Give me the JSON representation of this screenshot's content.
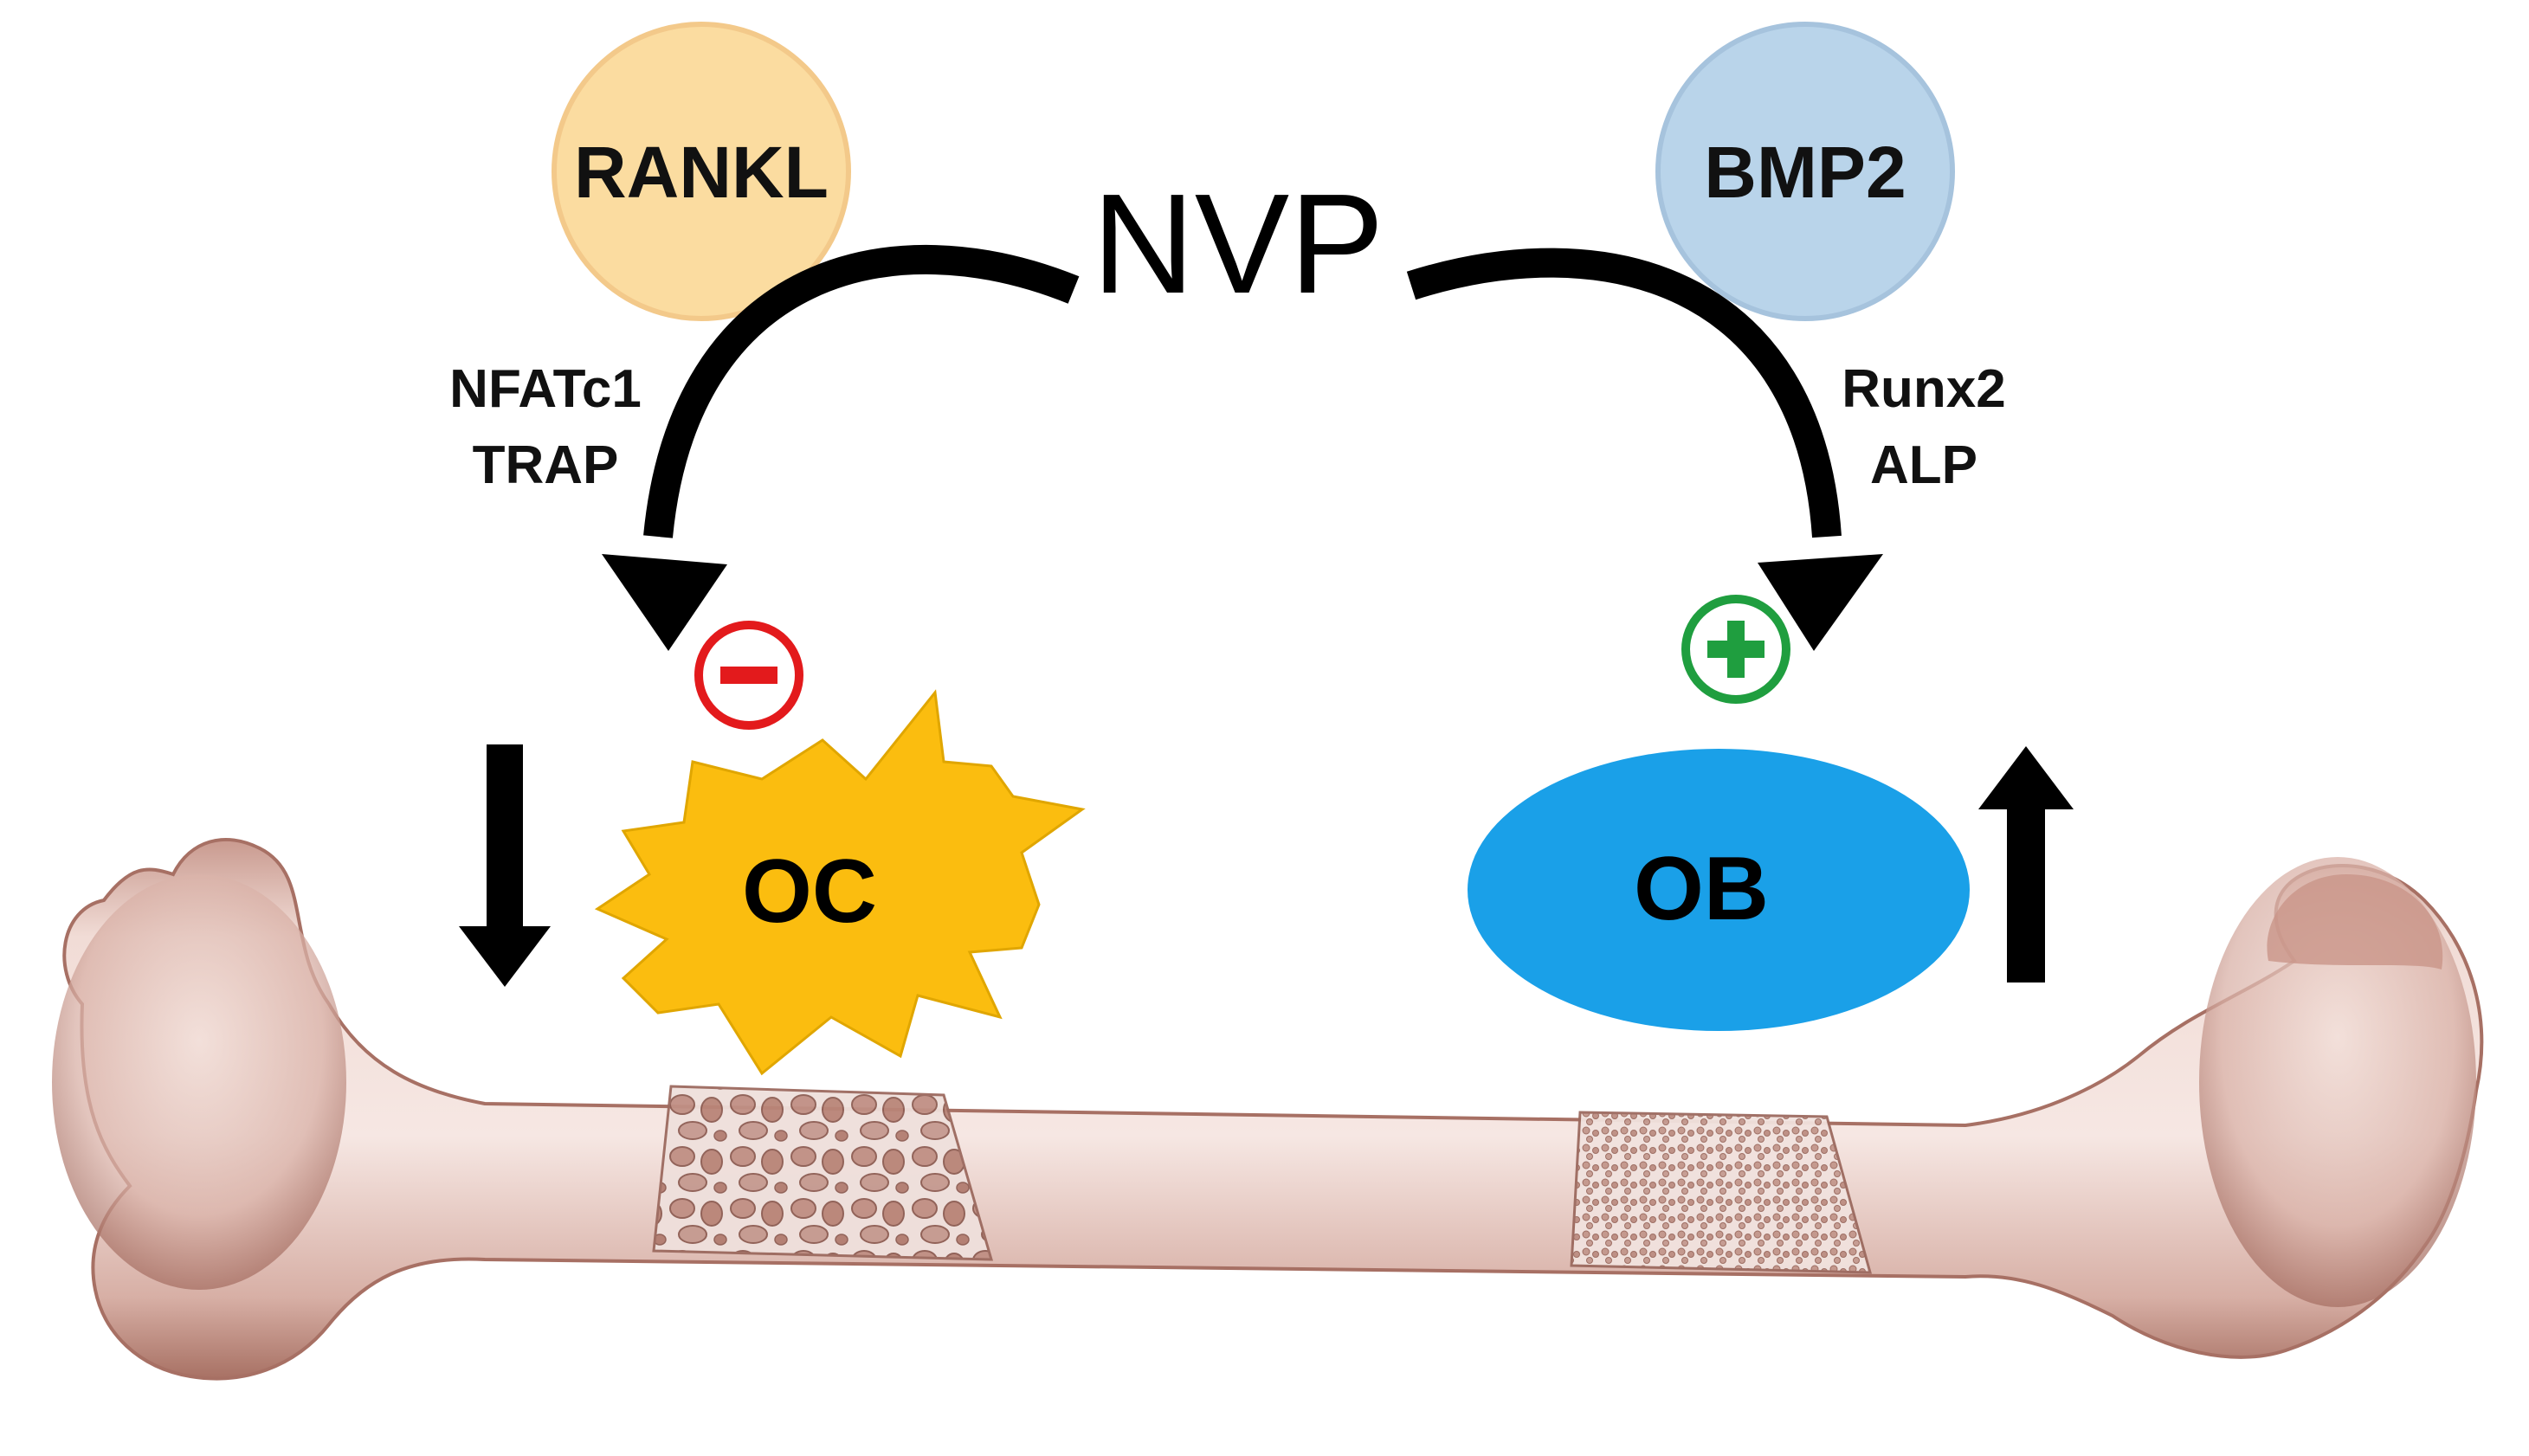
{
  "nvp": {
    "label": "NVP"
  },
  "left": {
    "ligand": "RANKL",
    "markers": [
      "NFATc1",
      "TRAP"
    ],
    "effect_sign": "−",
    "cell": "OC",
    "trend": "down",
    "colors": {
      "ligand_fill": "#fbdca0",
      "ligand_stroke": "#f3c98a",
      "cell_fill": "#fbbd0f",
      "sign": "#e31a1c"
    }
  },
  "right": {
    "ligand": "BMP2",
    "markers": [
      "Runx2",
      "ALP"
    ],
    "effect_sign": "+",
    "cell": "OB",
    "trend": "up",
    "colors": {
      "ligand_fill": "#b9d4ea",
      "ligand_stroke": "#a6c3dd",
      "cell_fill": "#1aa0e8",
      "sign": "#1f9e3f"
    }
  },
  "colors": {
    "arrow": "#000000",
    "bone": "#e8c8c0",
    "bone_shade": "#b98577",
    "text": "#111111"
  }
}
